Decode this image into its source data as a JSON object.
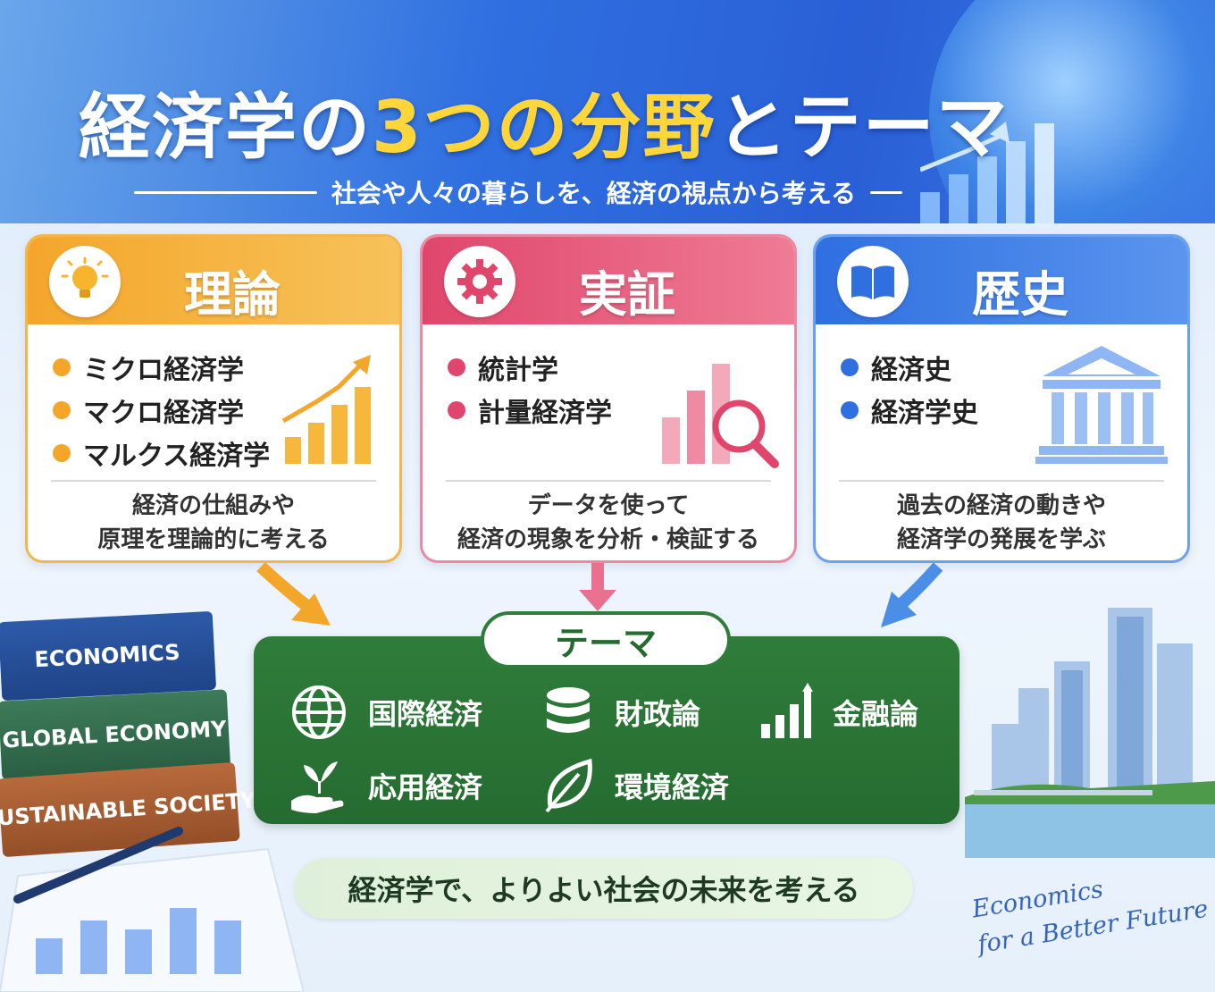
{
  "header": {
    "title_pre": "経済学の",
    "title_hl": "3つの分野",
    "title_post": "とテーマ",
    "subtitle": "社会や人々の暮らしを、経済の視点から考える"
  },
  "cards": [
    {
      "label": "理論",
      "icon": "lightbulb-icon",
      "items": [
        "ミクロ経済学",
        "マクロ経済学",
        "マルクス経済学"
      ],
      "desc": [
        "経済の仕組みや",
        "原理を理論的に考える"
      ],
      "color": "#f4a62a"
    },
    {
      "label": "実証",
      "icon": "gear-icon",
      "items": [
        "統計学",
        "計量経済学"
      ],
      "desc": [
        "データを使って",
        "経済の現象を分析・検証する"
      ],
      "color": "#e0466c"
    },
    {
      "label": "歴史",
      "icon": "book-icon",
      "items": [
        "経済史",
        "経済学史"
      ],
      "desc": [
        "過去の経済の動きや",
        "経済学の発展を学ぶ"
      ],
      "color": "#2f6fe0"
    }
  ],
  "theme": {
    "title": "テーマ",
    "items": [
      {
        "label": "国際経済",
        "icon": "globe-icon"
      },
      {
        "label": "財政論",
        "icon": "coins-icon"
      },
      {
        "label": "金融論",
        "icon": "bar-chart-icon"
      },
      {
        "label": "応用経済",
        "icon": "plant-hand-icon"
      },
      {
        "label": "環境経済",
        "icon": "leaf-icon"
      }
    ]
  },
  "books": [
    "ECONOMICS",
    "GLOBAL ECONOMY",
    "SUSTAINABLE SOCIETY"
  ],
  "footer": "経済学で、よりよい社会の未来を考える",
  "tagline": [
    "Economics",
    "for a Better Future"
  ]
}
